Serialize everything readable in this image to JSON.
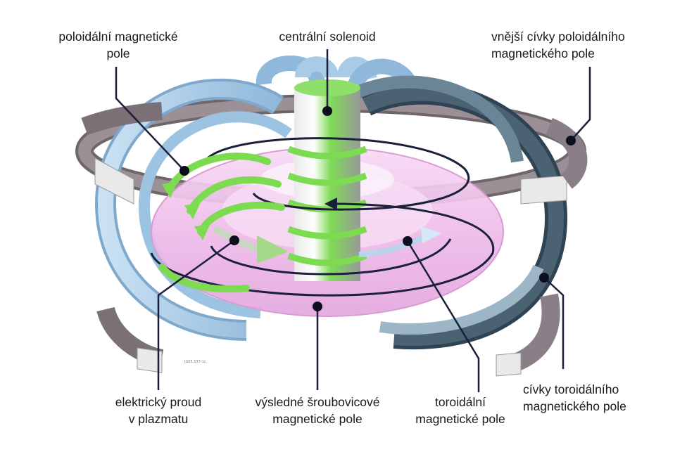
{
  "labels": {
    "poloidal_field": {
      "line1": "poloidální magnetické",
      "line2": "pole"
    },
    "central_solenoid": {
      "line1": "centrální solenoid"
    },
    "outer_poloidal_coils": {
      "line1": "vnější cívky poloidálního",
      "line2": "magnetického pole"
    },
    "plasma_current": {
      "line1": "elektrický proud",
      "line2": "v plazmatu"
    },
    "helical_field": {
      "line1": "výsledné šroubovicové",
      "line2": "magnetické pole"
    },
    "toroidal_field": {
      "line1": "toroidální",
      "line2": "magnetické pole"
    },
    "toroidal_coils": {
      "line1": "cívky toroidálního",
      "line2": "magnetického pole"
    }
  },
  "figure_ref": "JG05.537-1c",
  "colors": {
    "plasma": "#f2c4ef",
    "toroidal_coil": "#a8cce8",
    "toroidal_coil_dark": "#3d5566",
    "poloidal_coil": "#8a7f86",
    "solenoid": "#8ee06a",
    "arrow_green": "#7ddb52",
    "leader": "#1a1f3a"
  }
}
